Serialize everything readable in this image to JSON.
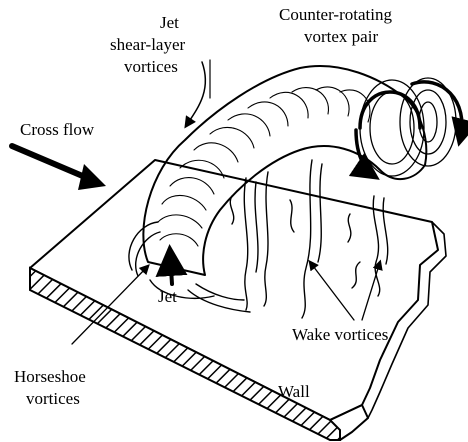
{
  "labels": {
    "jet_shear_layer_vortices": [
      "Jet",
      "shear-layer",
      "vortices"
    ],
    "counter_rotating_vortex_pair": [
      "Counter-rotating",
      "vortex pair"
    ],
    "cross_flow": "Cross flow",
    "jet": "Jet",
    "wake_vortices": "Wake vortices",
    "horseshoe_vortices": [
      "Horseshoe",
      "vortices"
    ],
    "wall": "Wall"
  }
}
